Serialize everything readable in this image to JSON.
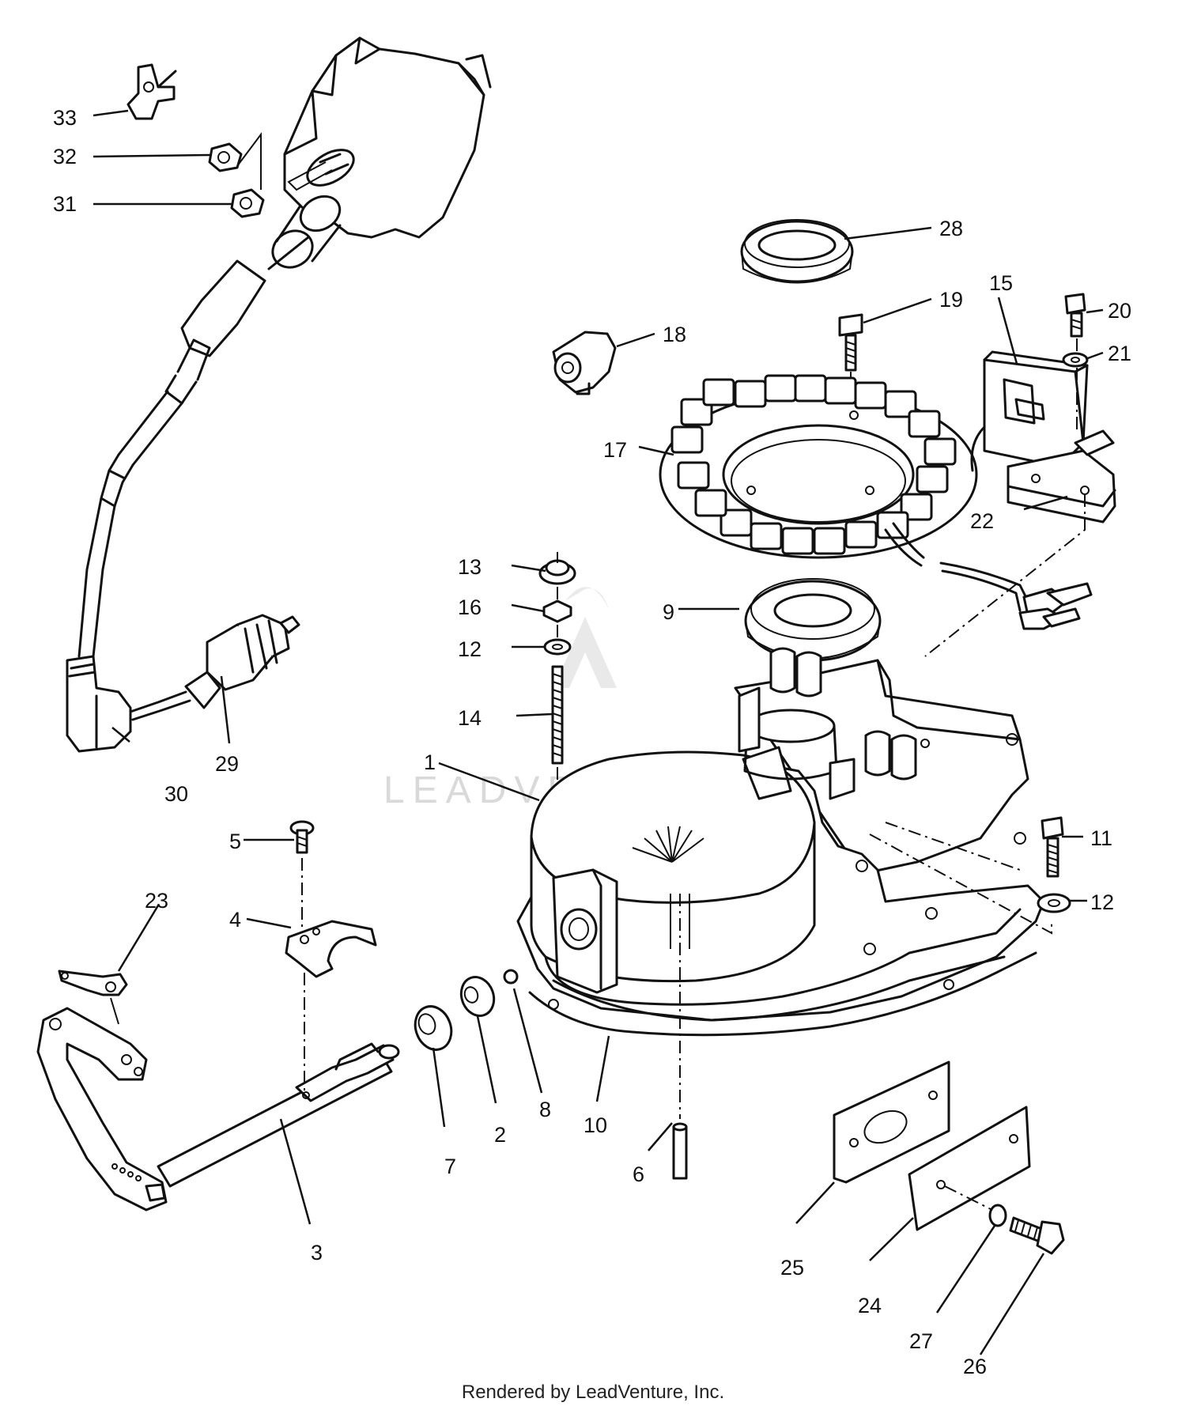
{
  "watermark": "LEADVENTURE",
  "credit": "Rendered by LeadVenture, Inc.",
  "callouts": {
    "n1": "1",
    "n2": "2",
    "n3": "3",
    "n4": "4",
    "n5": "5",
    "n6": "6",
    "n7": "7",
    "n8": "8",
    "n9": "9",
    "n10": "10",
    "n11": "11",
    "n12a": "12",
    "n12b": "12",
    "n13": "13",
    "n14": "14",
    "n15": "15",
    "n16": "16",
    "n17": "17",
    "n18": "18",
    "n19": "19",
    "n20": "20",
    "n21": "21",
    "n22": "22",
    "n23": "23",
    "n24": "24",
    "n25": "25",
    "n26": "26",
    "n27": "27",
    "n28": "28",
    "n29": "29",
    "n30": "30",
    "n31": "31",
    "n32": "32",
    "n33": "33"
  }
}
